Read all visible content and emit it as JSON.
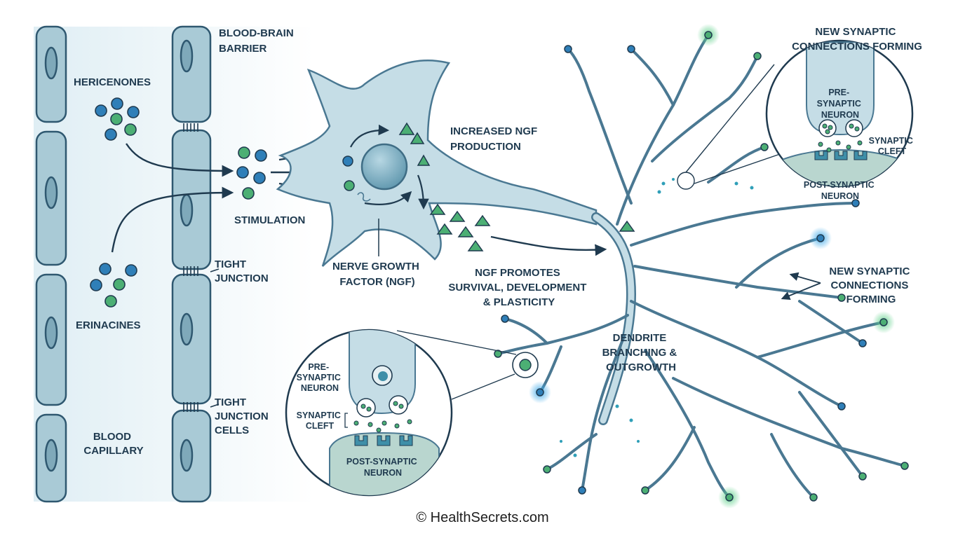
{
  "labels": {
    "blood_brain_barrier": [
      "BLOOD-BRAIN",
      "BARRIER"
    ],
    "hericenones": "HERICENONES",
    "erinacines": "ERINACINES",
    "blood_capillary": [
      "BLOOD",
      "CAPILLARY"
    ],
    "stimulation": "STIMULATION",
    "tight_junction": [
      "TIGHT",
      "JUNCTION"
    ],
    "tight_junction_cells": [
      "TIGHT",
      "JUNCTION",
      "CELLS"
    ],
    "nerve_growth_factor": [
      "NERVE GROWTH",
      "FACTOR (NGF)"
    ],
    "increased_ngf": [
      "INCREASED NGF",
      "PRODUCTION"
    ],
    "ngf_promotes": [
      "NGF PROMOTES",
      "SURVIVAL, DEVELOPMENT",
      "& PLASTICITY"
    ],
    "dendrite_branching": [
      "DENDRITE",
      "BRANCHING &",
      "OUTGROWTH"
    ],
    "new_synaptic_top": [
      "NEW SYNAPTIC",
      "CONNECTIONS FORMING"
    ],
    "new_synaptic_right": [
      "NEW SYNAPTIC",
      "CONNECTIONS",
      "FORMING"
    ],
    "inset_top": {
      "pre": [
        "PRE-",
        "SYNAPTIC",
        "NEURON"
      ],
      "cleft": [
        "SYNAPTIC",
        "CLEFT"
      ],
      "post": [
        "POST-SYNAPTIC",
        "NEURON"
      ]
    },
    "inset_bottom": {
      "pre": [
        "PRE-",
        "SYNAPTIC",
        "NEURON"
      ],
      "cleft": [
        "SYNAPTIC",
        "CLEFT"
      ],
      "post": [
        "POST-SYNAPTIC",
        "NEURON"
      ]
    }
  },
  "footer": "© HealthSecrets.com",
  "colors": {
    "background_panel": "#e9f2f6",
    "cell_fill": "#a9cad6",
    "cell_stroke": "#2f5870",
    "neuron_fill": "#c5dde6",
    "neuron_stroke": "#4a7892",
    "nucleus": "#7fb0c4",
    "blue_molecule": "#2f7fb8",
    "green_molecule": "#4caf74",
    "ngf_triangle": "#4caf74",
    "arrow": "#1f3a4f",
    "text": "#1f3a4f"
  }
}
